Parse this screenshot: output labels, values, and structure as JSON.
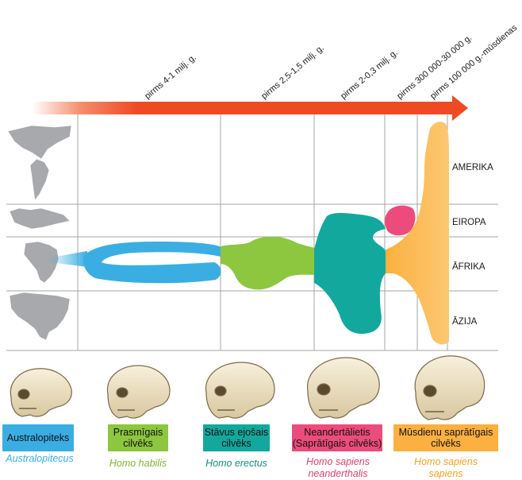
{
  "periods": [
    "pirms 4-1 milj. g.",
    "pirms 2,5-1,5 milj. g.",
    "pirms 2-0,3 milj. g.",
    "pirms 300 000-30 000 g.",
    "pirms 100 000 g.-mūsdienas"
  ],
  "regions": {
    "america": "AMERIKA",
    "europe": "EIROPA",
    "africa": "ĀFRIKA",
    "asia": "ĀZIJA"
  },
  "species": [
    {
      "name": "Australopiteks",
      "latin": "Australopitecus",
      "box_color": "#3aaee3",
      "latin_color": "#3aaee3"
    },
    {
      "name": "Prasmīgais cilvēks",
      "latin": "Homo habilis",
      "box_color": "#8dc63f",
      "latin_color": "#7db52f"
    },
    {
      "name": "Stāvus ejošais cilvēks",
      "latin": "Homo erectus",
      "box_color": "#13a89e",
      "latin_color": "#0f8f87"
    },
    {
      "name": "Neandertālietis (Saprātīgais cilvēks)",
      "latin": "Homo sapiens neanderthalis",
      "box_color": "#ec4c7c",
      "latin_color": "#e63e6d"
    },
    {
      "name": "Mūsdienu saprātīgais cilvēks",
      "latin": "Homo sapiens sapiens",
      "box_color": "#fbb040",
      "latin_color": "#f7a21b"
    }
  ],
  "colors": {
    "timeline_arrow": "#ef4a23",
    "australopithecus": "#3aaee3",
    "habilis": "#8dc63f",
    "erectus": "#13a89e",
    "neanderthal": "#ec4c7c",
    "sapiens": "#fbb040",
    "map": "#a7a9ac",
    "grid": "#a6a6a6",
    "skull": "#efe4c8"
  }
}
